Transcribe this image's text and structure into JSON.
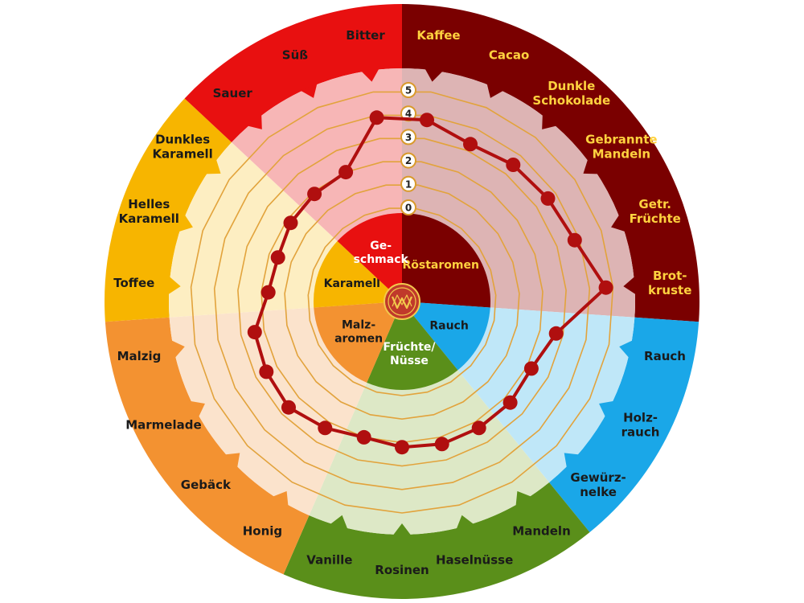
{
  "chart_data": {
    "type": "radar",
    "scale": {
      "min": 0,
      "max": 5,
      "ticks": [
        "0",
        "1",
        "2",
        "3",
        "4",
        "5"
      ]
    },
    "categories": [
      {
        "name": "Röstaromen",
        "color": "#7a0000",
        "inner_text_color": "#ffd23f",
        "light": "#ddb4b4"
      },
      {
        "name": "Rauch",
        "color": "#1aa7e8",
        "inner_text_color": "#1a1a1a",
        "light": "#bfe7f8"
      },
      {
        "name": "Früchte/\nNüsse",
        "color": "#5a8f1a",
        "inner_text_color": "#ffffff",
        "light": "#dde8c6"
      },
      {
        "name": "Malz-\naromen",
        "color": "#f39231",
        "inner_text_color": "#1a1a1a",
        "light": "#fbe3cc"
      },
      {
        "name": "Karamell",
        "color": "#f7b500",
        "inner_text_color": "#1a1a1a",
        "light": "#fdeec2"
      },
      {
        "name": "Ge-\nschmack",
        "color": "#e81010",
        "inner_text_color": "#ffffff",
        "light": "#f7b6b6"
      }
    ],
    "attributes": [
      {
        "label": "Kaffee",
        "category": 0,
        "value": 3.8
      },
      {
        "label": "Cacao",
        "category": 0,
        "value": 3.3
      },
      {
        "label": "Dunkle\nSchokolade",
        "category": 0,
        "value": 3.5
      },
      {
        "label": "Gebrannte\nMandeln",
        "category": 0,
        "value": 3.6
      },
      {
        "label": "Getr.\nFrüchte",
        "category": 0,
        "value": 3.8
      },
      {
        "label": "Brotkruste",
        "display": "Brot-\nkruste",
        "category": 0,
        "value": 4.7
      },
      {
        "label": "Rauch",
        "category": 1,
        "value": 2.7
      },
      {
        "label": "Holzrauch",
        "display": "Holz-\nrauch",
        "category": 1,
        "value": 2.2
      },
      {
        "label": "Gewürznelke",
        "display": "Gewürz-\nnelke",
        "category": 1,
        "value": 2.3
      },
      {
        "label": "Mandeln",
        "category": 2,
        "value": 2.3
      },
      {
        "label": "Haselnüsse",
        "category": 2,
        "value": 2.3
      },
      {
        "label": "Rosinen",
        "category": 2,
        "value": 2.2
      },
      {
        "label": "Vanille",
        "category": 2,
        "value": 2.0
      },
      {
        "label": "Honig",
        "category": 3,
        "value": 2.3
      },
      {
        "label": "Gebäck",
        "category": 3,
        "value": 2.6
      },
      {
        "label": "Marmelade",
        "category": 3,
        "value": 2.5
      },
      {
        "label": "Malzig",
        "category": 3,
        "value": 2.4
      },
      {
        "label": "Toffee",
        "category": 4,
        "value": 1.7
      },
      {
        "label": "Helles\nKaramell",
        "category": 4,
        "value": 1.6
      },
      {
        "label": "Dunkles\nKaramell",
        "category": 4,
        "value": 1.8
      },
      {
        "label": "Sauer",
        "category": 5,
        "value": 1.9
      },
      {
        "label": "Süß",
        "category": 5,
        "value": 2.0
      },
      {
        "label": "Bitter",
        "category": 5,
        "value": 3.9
      }
    ],
    "outer_label_colors": {
      "0": "#ffd23f",
      "1": "#1a1a1a",
      "2": "#1a1a1a",
      "3": "#1a1a1a",
      "4": "#1a1a1a",
      "5": "#1a1a1a"
    },
    "profile_color": "#b00f0f",
    "grid": true,
    "ring_line_color": "#e2a33c"
  }
}
